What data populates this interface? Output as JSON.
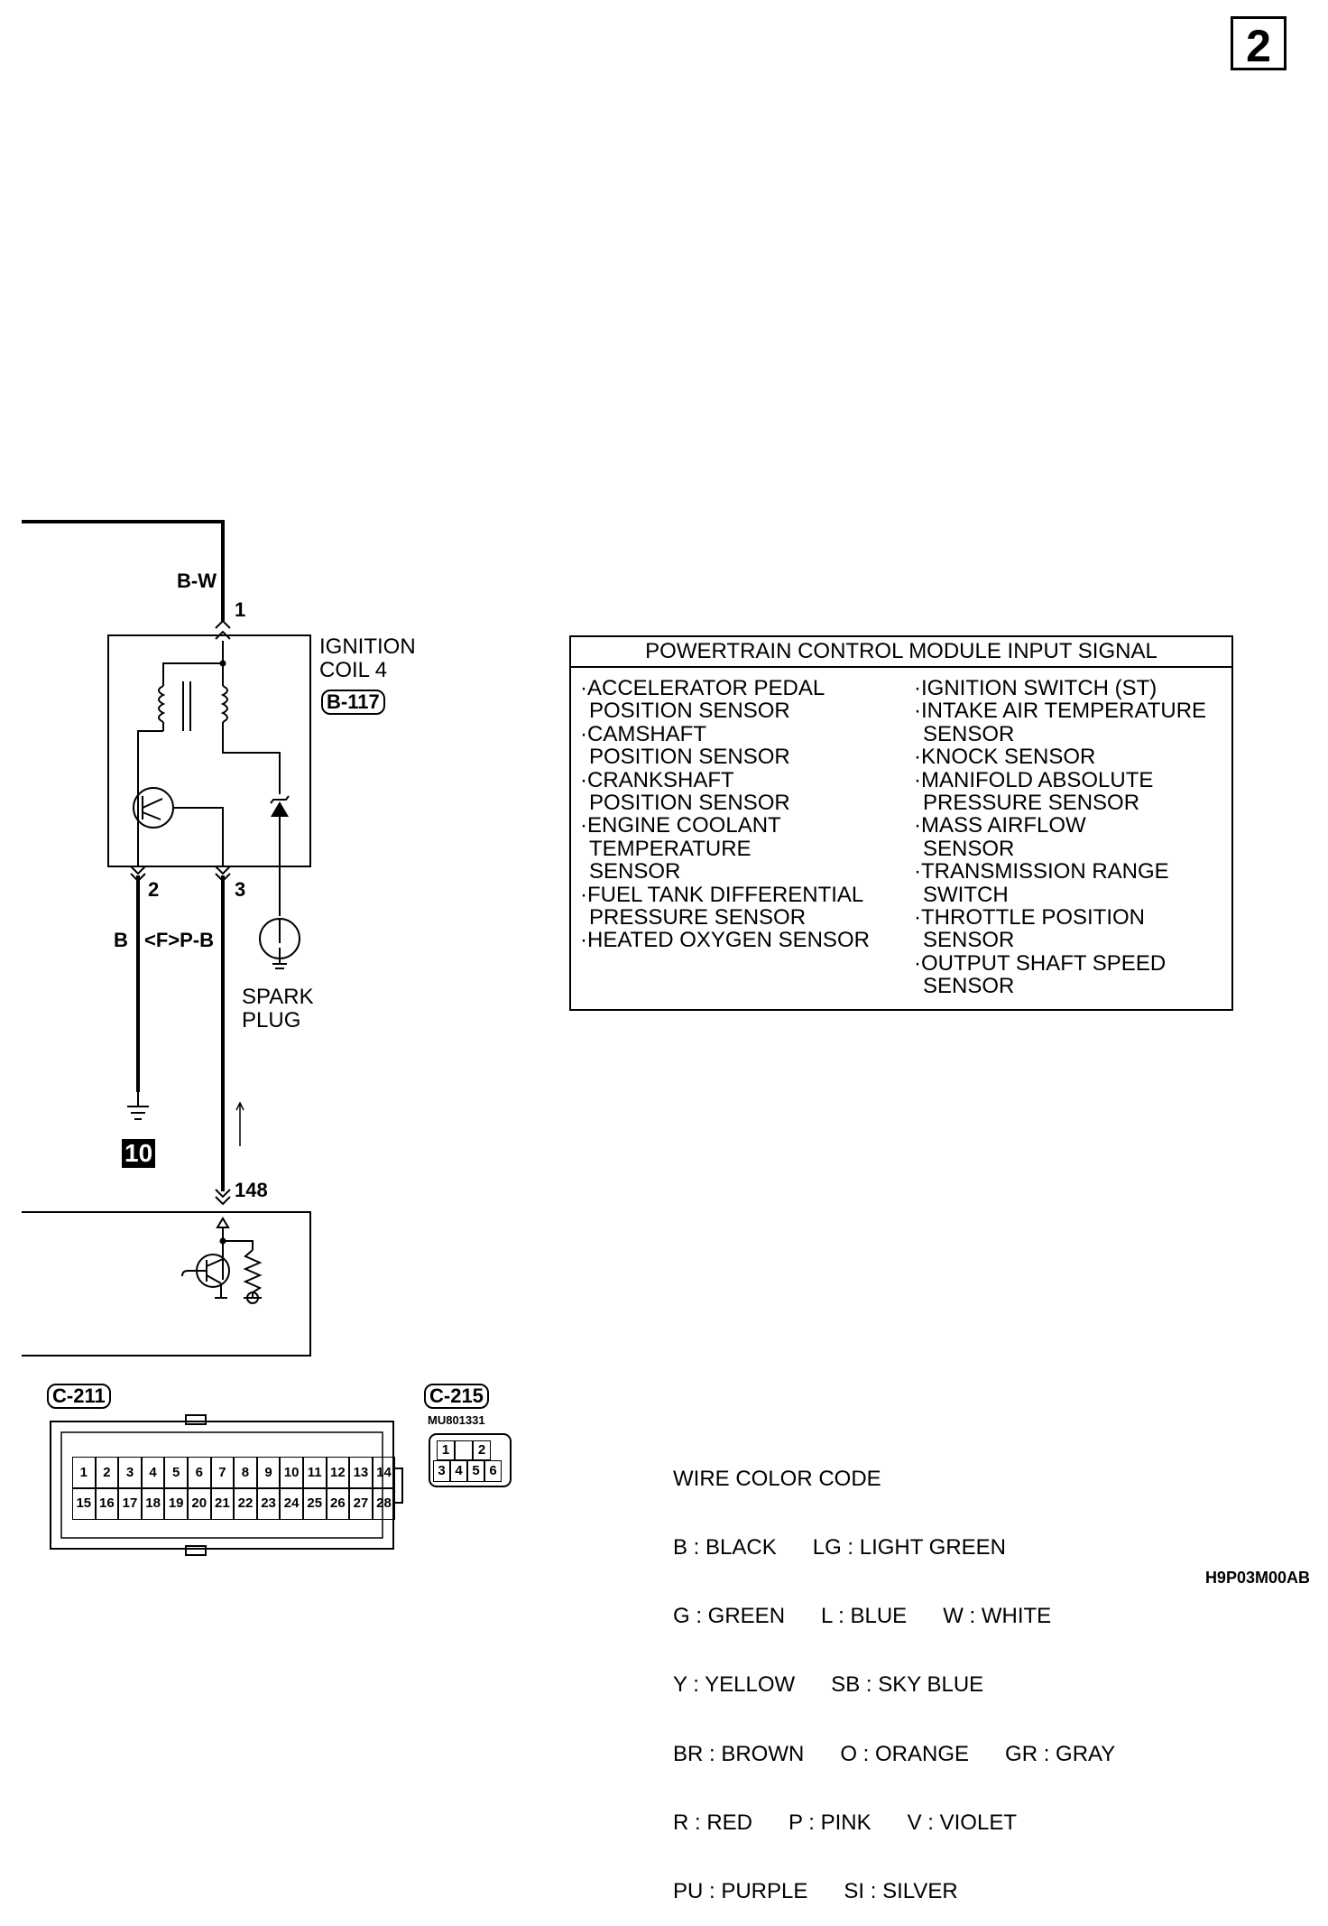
{
  "page_number": "2",
  "wires": {
    "top_wire_color": "B-W",
    "pin_ground_wire_color": "B",
    "pin_signal_wire_color": "<F>P-B"
  },
  "pins": {
    "coil_in": "1",
    "coil_ground": "2",
    "coil_signal": "3",
    "pcm_pin": "148"
  },
  "ignition_coil": {
    "name_line1": "IGNITION",
    "name_line2": "COIL 4",
    "connector": "B-117"
  },
  "spark_plug": {
    "line1": "SPARK",
    "line2": "PLUG"
  },
  "ground_id": "10",
  "pcm_input_signal": {
    "title": "POWERTRAIN CONTROL MODULE INPUT SIGNAL",
    "left_column": [
      [
        "·ACCELERATOR PEDAL",
        "POSITION SENSOR"
      ],
      [
        "·CAMSHAFT",
        "POSITION SENSOR"
      ],
      [
        "·CRANKSHAFT",
        "POSITION SENSOR"
      ],
      [
        "·ENGINE COOLANT",
        "TEMPERATURE",
        "SENSOR"
      ],
      [
        "·FUEL TANK DIFFERENTIAL",
        "PRESSURE SENSOR"
      ],
      [
        "·HEATED OXYGEN SENSOR"
      ]
    ],
    "right_column": [
      [
        "·IGNITION SWITCH (ST)"
      ],
      [
        "·INTAKE AIR TEMPERATURE",
        "SENSOR"
      ],
      [
        "·KNOCK SENSOR"
      ],
      [
        "·MANIFOLD ABSOLUTE",
        "PRESSURE SENSOR"
      ],
      [
        "·MASS AIRFLOW",
        "SENSOR"
      ],
      [
        "·TRANSMISSION RANGE",
        "SWITCH"
      ],
      [
        "·THROTTLE POSITION",
        "SENSOR"
      ],
      [
        "·OUTPUT SHAFT SPEED",
        "SENSOR"
      ]
    ]
  },
  "connectors": {
    "c211": {
      "label": "C-211",
      "row1": [
        "1",
        "2",
        "3",
        "4",
        "5",
        "6",
        "7",
        "8",
        "9",
        "10",
        "11",
        "12",
        "13",
        "14"
      ],
      "row2": [
        "15",
        "16",
        "17",
        "18",
        "19",
        "20",
        "21",
        "22",
        "23",
        "24",
        "25",
        "26",
        "27",
        "28"
      ]
    },
    "c215": {
      "label": "C-215",
      "part": "MU801331",
      "row1": [
        "1",
        "",
        "2"
      ],
      "row2": [
        "3",
        "4",
        "5",
        "6"
      ]
    }
  },
  "wire_color_code": {
    "title": "WIRE COLOR CODE",
    "lines": [
      "B : BLACK      LG : LIGHT GREEN",
      "G : GREEN      L : BLUE      W : WHITE",
      "Y : YELLOW      SB : SKY BLUE",
      "BR : BROWN      O : ORANGE      GR : GRAY",
      "R : RED      P : PINK      V : VIOLET",
      "PU : PURPLE      SI : SILVER"
    ]
  },
  "figure_code": "H9P03M00AB"
}
